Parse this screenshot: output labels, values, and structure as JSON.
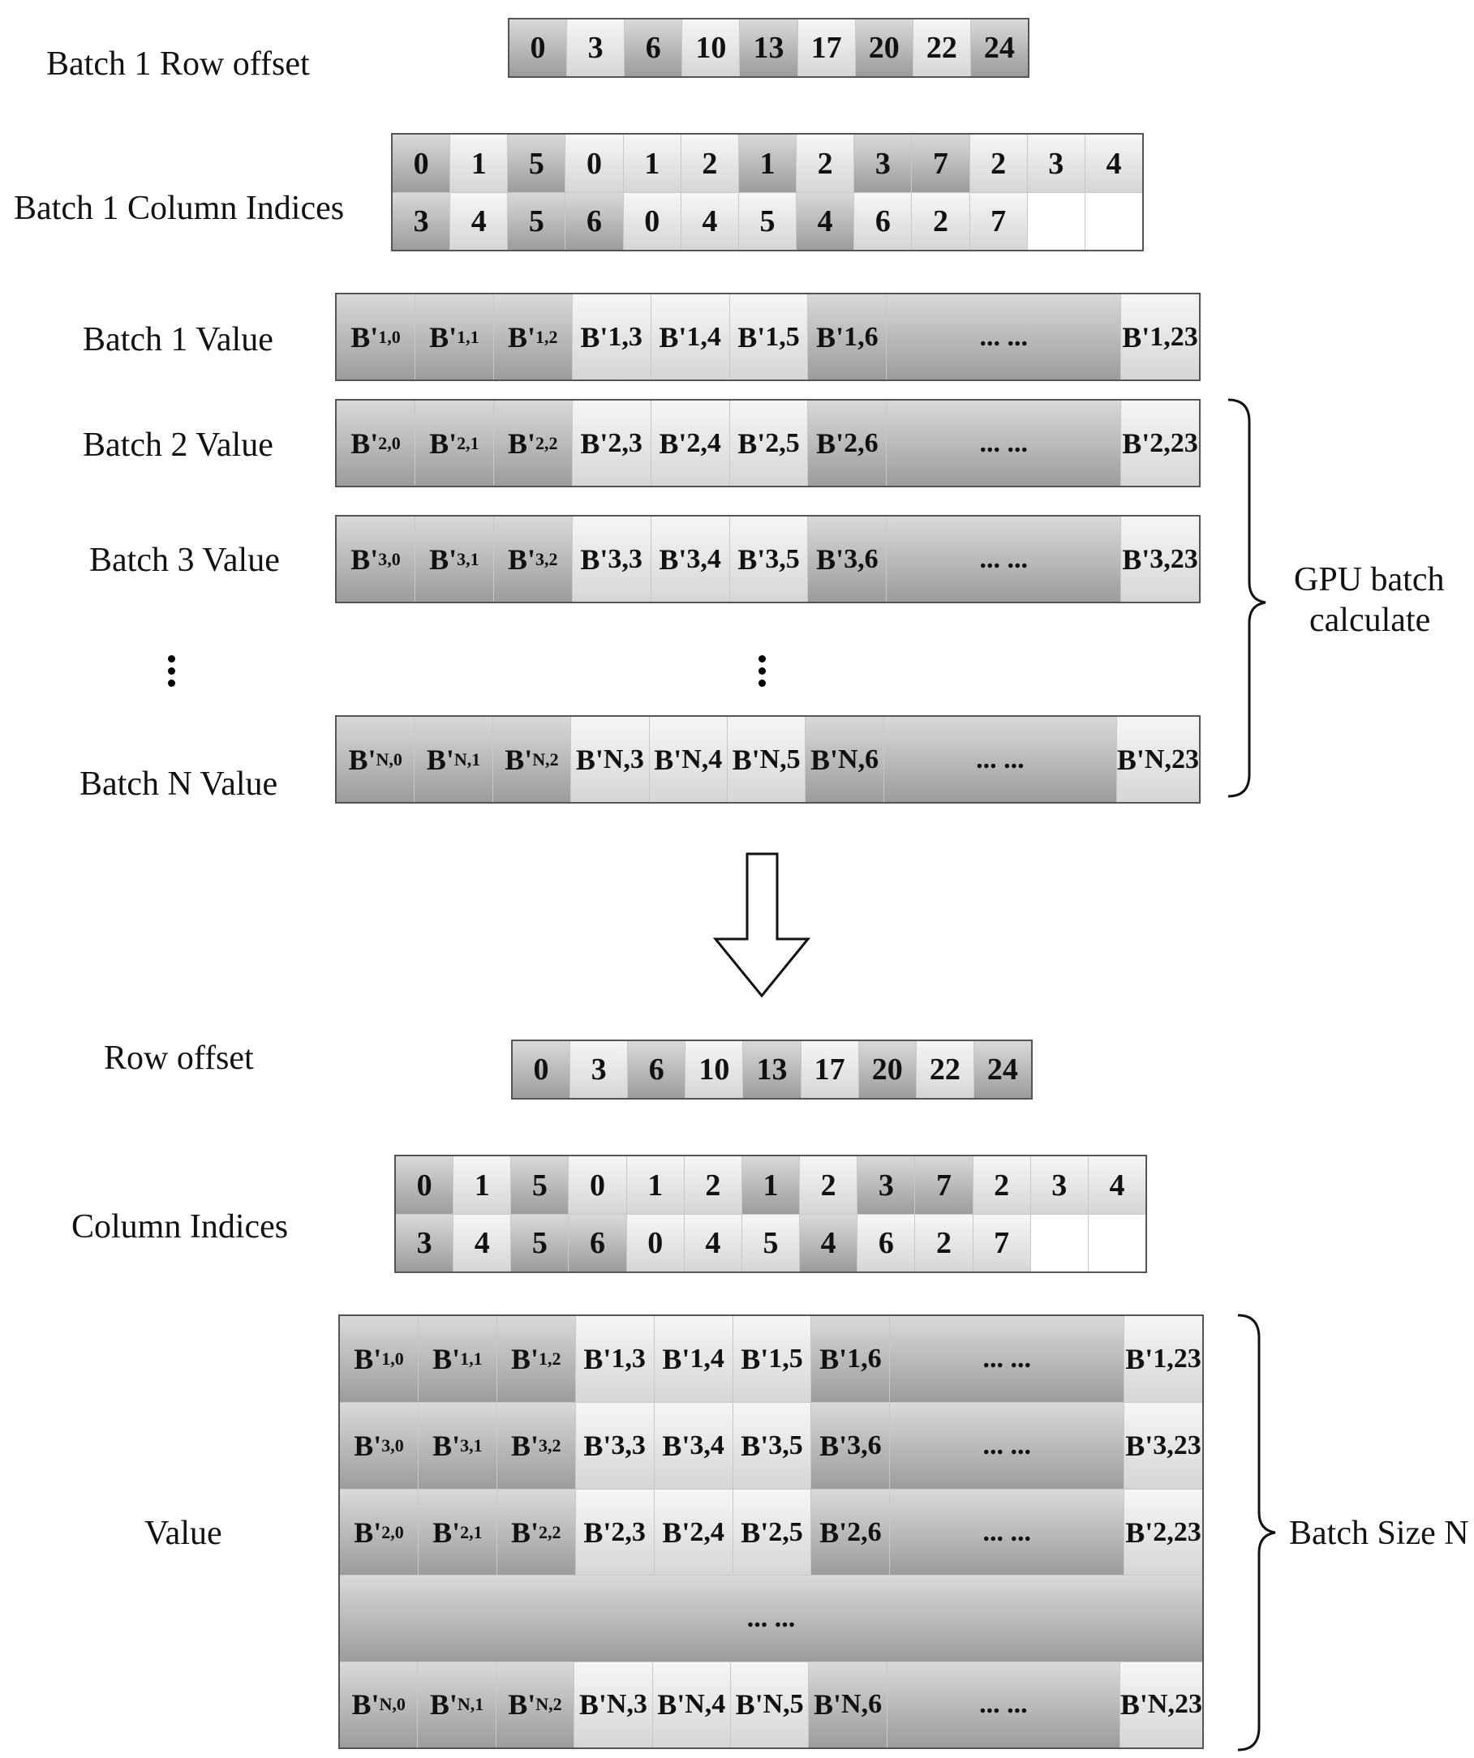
{
  "top": {
    "row_offset_label": "Batch 1 Row offset",
    "row_offset": [
      "0",
      "3",
      "6",
      "10",
      "13",
      "17",
      "20",
      "22",
      "24"
    ],
    "col_indices_label": "Batch 1 Column Indices",
    "col_indices_row1": [
      "0",
      "1",
      "5",
      "0",
      "1",
      "2",
      "1",
      "2",
      "3",
      "7",
      "2",
      "3",
      "4"
    ],
    "col_indices_row2": [
      "3",
      "4",
      "5",
      "6",
      "0",
      "4",
      "5",
      "4",
      "6",
      "2",
      "7",
      "",
      ""
    ],
    "value_labels": [
      "Batch 1 Value",
      "Batch 2 Value",
      "Batch 3 Value",
      "Batch N Value"
    ],
    "brace_label_line1": "GPU batch",
    "brace_label_line2": "calculate"
  },
  "bottom": {
    "row_offset_label": "Row offset",
    "row_offset": [
      "0",
      "3",
      "6",
      "10",
      "13",
      "17",
      "20",
      "22",
      "24"
    ],
    "col_indices_label": "Column Indices",
    "col_indices_row1": [
      "0",
      "1",
      "5",
      "0",
      "1",
      "2",
      "1",
      "2",
      "3",
      "7",
      "2",
      "3",
      "4"
    ],
    "col_indices_row2": [
      "3",
      "4",
      "5",
      "6",
      "0",
      "4",
      "5",
      "4",
      "6",
      "2",
      "7",
      "",
      ""
    ],
    "value_label": "Value",
    "value_batch_order": [
      "1",
      "3",
      "2",
      "N"
    ],
    "middle_row_text": "... ...",
    "brace_label": "Batch Size N"
  },
  "value_cells": {
    "prefix": "B'",
    "indices": [
      "0",
      "1",
      "2",
      "3",
      "4",
      "5",
      "6"
    ],
    "ellipsis": "... ...",
    "last_index": "23"
  },
  "colors": {
    "dark_cell": "#a8a8a8",
    "light_cell": "#e6e6e6",
    "border": "#555555"
  }
}
